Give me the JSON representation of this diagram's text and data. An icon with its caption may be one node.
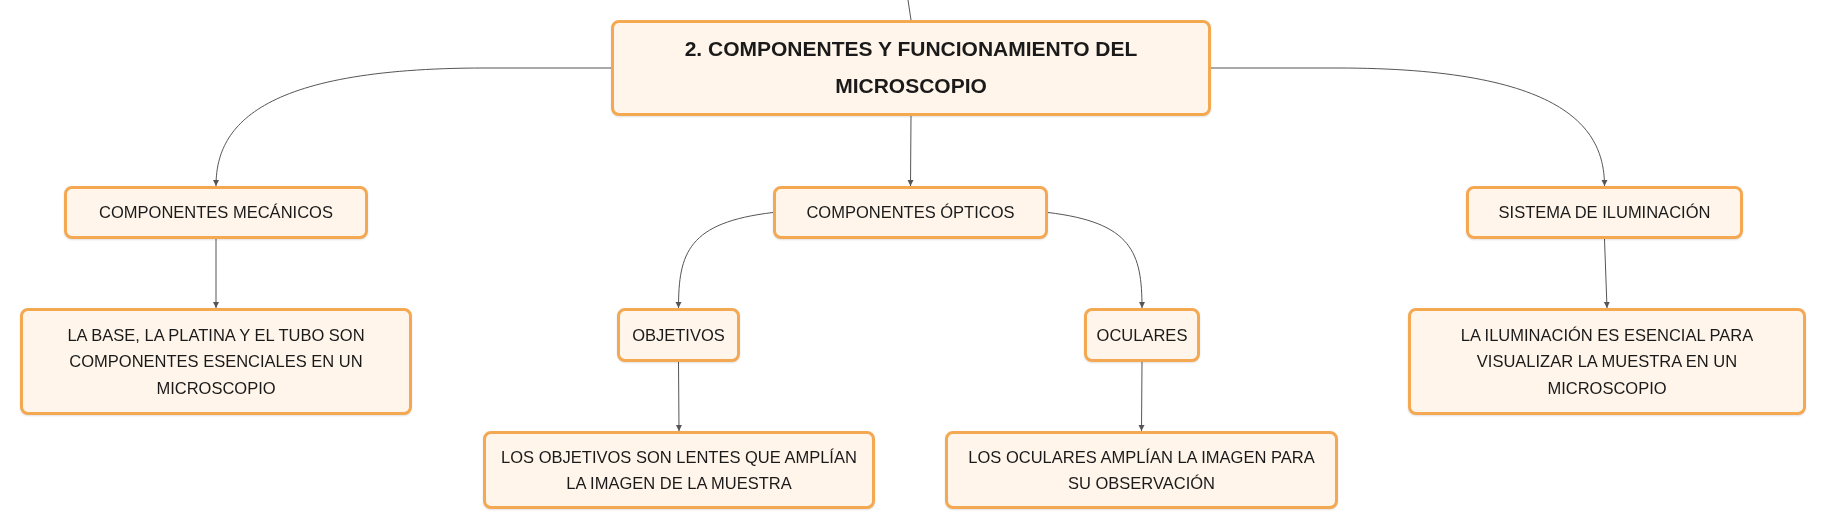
{
  "diagram": {
    "nodes": [
      {
        "text": [
          "2. COMPONENTES Y FUNCIONAMIENTO DEL MICROSCOPIO"
        ]
      },
      {
        "text": [
          "COMPONENTES MECÁNICOS"
        ]
      },
      {
        "text": [
          "COMPONENTES ÓPTICOS"
        ]
      },
      {
        "text": [
          "SISTEMA DE ILUMINACIÓN"
        ]
      },
      {
        "text": [
          "LA BASE, LA PLATINA Y EL TUBO SON COMPONENTES ESENCIALES EN UN MICROSCOPIO"
        ]
      },
      {
        "text": [
          "OBJETIVOS"
        ]
      },
      {
        "text": [
          "OCULARES"
        ]
      },
      {
        "text": [
          "LA ILUMINACIÓN ES ESENCIAL PARA VISUALIZAR LA MUESTRA EN UN MICROSCOPIO"
        ]
      },
      {
        "text": [
          "LOS OBJETIVOS SON LENTES QUE AMPLÍAN LA IMAGEN DE LA MUESTRA"
        ]
      },
      {
        "text": [
          "LOS OCULARES AMPLÍAN LA IMAGEN PARA SU OBSERVACIÓN"
        ]
      }
    ],
    "edges": [
      {
        "from": null,
        "to": 0,
        "arrow": "none"
      },
      {
        "from": 0,
        "to": 1,
        "arrow": "to"
      },
      {
        "from": 0,
        "to": 2,
        "arrow": "to"
      },
      {
        "from": 0,
        "to": 3,
        "arrow": "to"
      },
      {
        "from": 1,
        "to": 4,
        "arrow": "to"
      },
      {
        "from": 2,
        "to": 5,
        "arrow": "to"
      },
      {
        "from": 2,
        "to": 6,
        "arrow": "to"
      },
      {
        "from": 3,
        "to": 7,
        "arrow": "to"
      },
      {
        "from": 5,
        "to": 8,
        "arrow": "to"
      },
      {
        "from": 6,
        "to": 9,
        "arrow": "to"
      }
    ]
  }
}
